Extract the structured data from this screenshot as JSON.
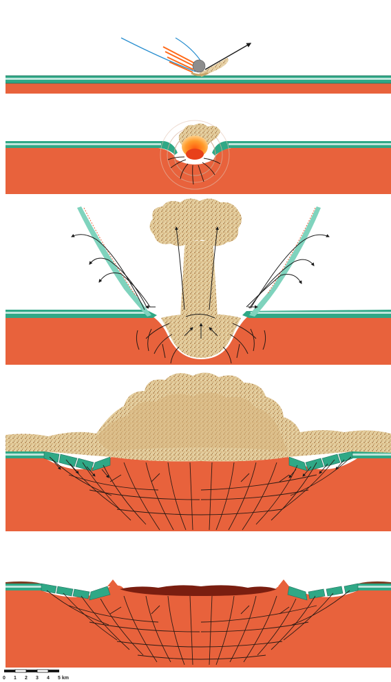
{
  "colors": {
    "rock": "#e8623c",
    "rock_dark": "#b84020",
    "layer_green": "#2fa886",
    "layer_light": "#bfe6dc",
    "ejecta": "#c9a468",
    "ejecta_dark": "#9a6b3a",
    "fracture": "#2a1a14",
    "trajectory": "#2a8fd0",
    "fireball": "#ff8a1e",
    "impactor": "#8d8d8d",
    "melt": "#7a1e10"
  },
  "panels": [
    {
      "stage": "contact"
    },
    {
      "stage": "compression"
    },
    {
      "stage": "excavation"
    },
    {
      "stage": "collapse"
    },
    {
      "stage": "modification"
    }
  ],
  "scale_bar": {
    "ticks": [
      "0",
      "1",
      "2",
      "3",
      "4",
      "5 km"
    ]
  }
}
